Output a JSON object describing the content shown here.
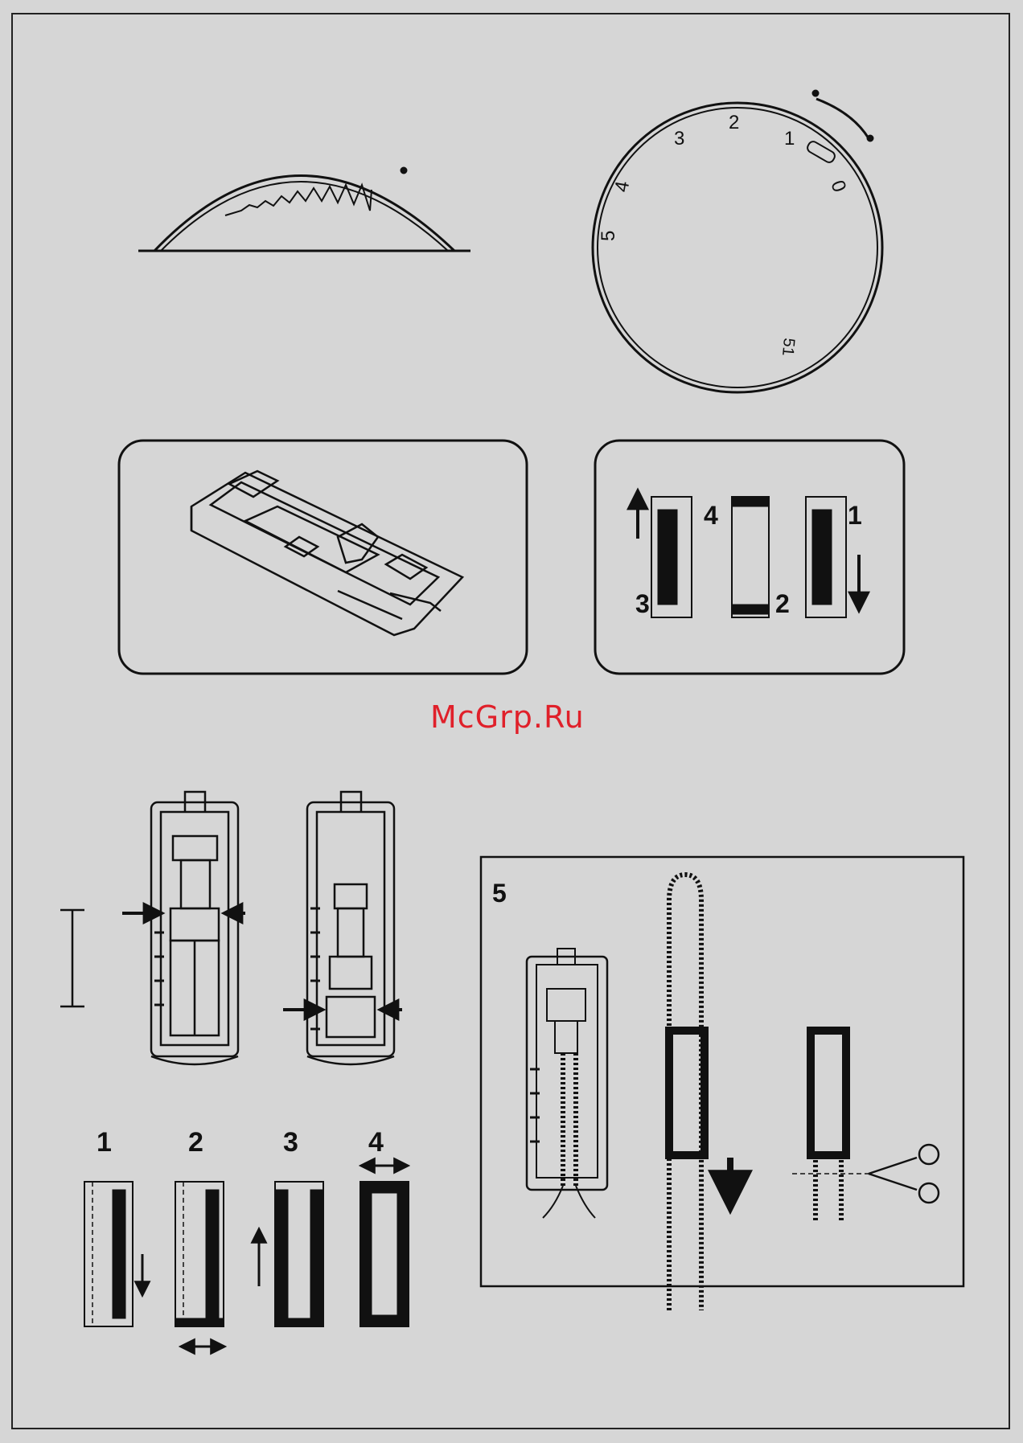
{
  "watermark": "McGrp.Ru",
  "dial": {
    "marks": [
      "1",
      "2",
      "3",
      "4",
      "5",
      "0",
      "51"
    ]
  },
  "buttonhole_steps": {
    "labels": [
      "1",
      "2",
      "3",
      "4"
    ]
  },
  "step_panel": {
    "labels": [
      "1",
      "2",
      "3",
      "4"
    ]
  },
  "box5": {
    "label": "5"
  },
  "colors": {
    "line": "#111111",
    "background": "#d6d6d6",
    "watermark": "#e0202a"
  }
}
